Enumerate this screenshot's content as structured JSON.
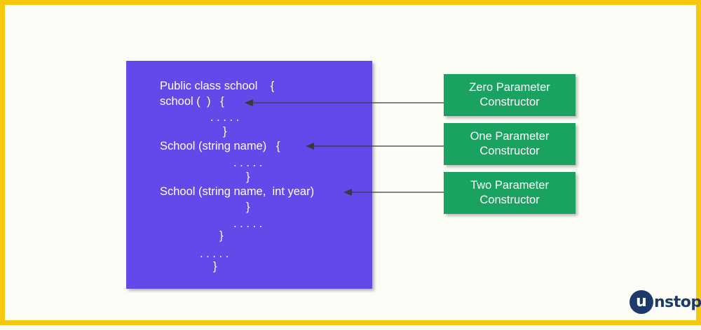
{
  "code_lines": [
    "Public class school    {",
    "school (  )   {",
    ". . . . .",
    "}",
    "School (string name)   {",
    ". . . . .",
    "}",
    "School (string name,  int year)",
    "}",
    ". . . . .",
    "}",
    ". . . . .",
    "}"
  ],
  "labels": [
    {
      "line1": "Zero Parameter",
      "line2": "Constructor"
    },
    {
      "line1": "One Parameter",
      "line2": "Constructor"
    },
    {
      "line1": "Two Parameter",
      "line2": "Constructor"
    }
  ],
  "logo": {
    "letter": "u",
    "rest": "nstop"
  },
  "colors": {
    "border": "#f6c90e",
    "code_box": "#6349ea",
    "label_box": "#1aa260",
    "arrow": "#3a3a3a",
    "logo": "#1d3a6b"
  }
}
